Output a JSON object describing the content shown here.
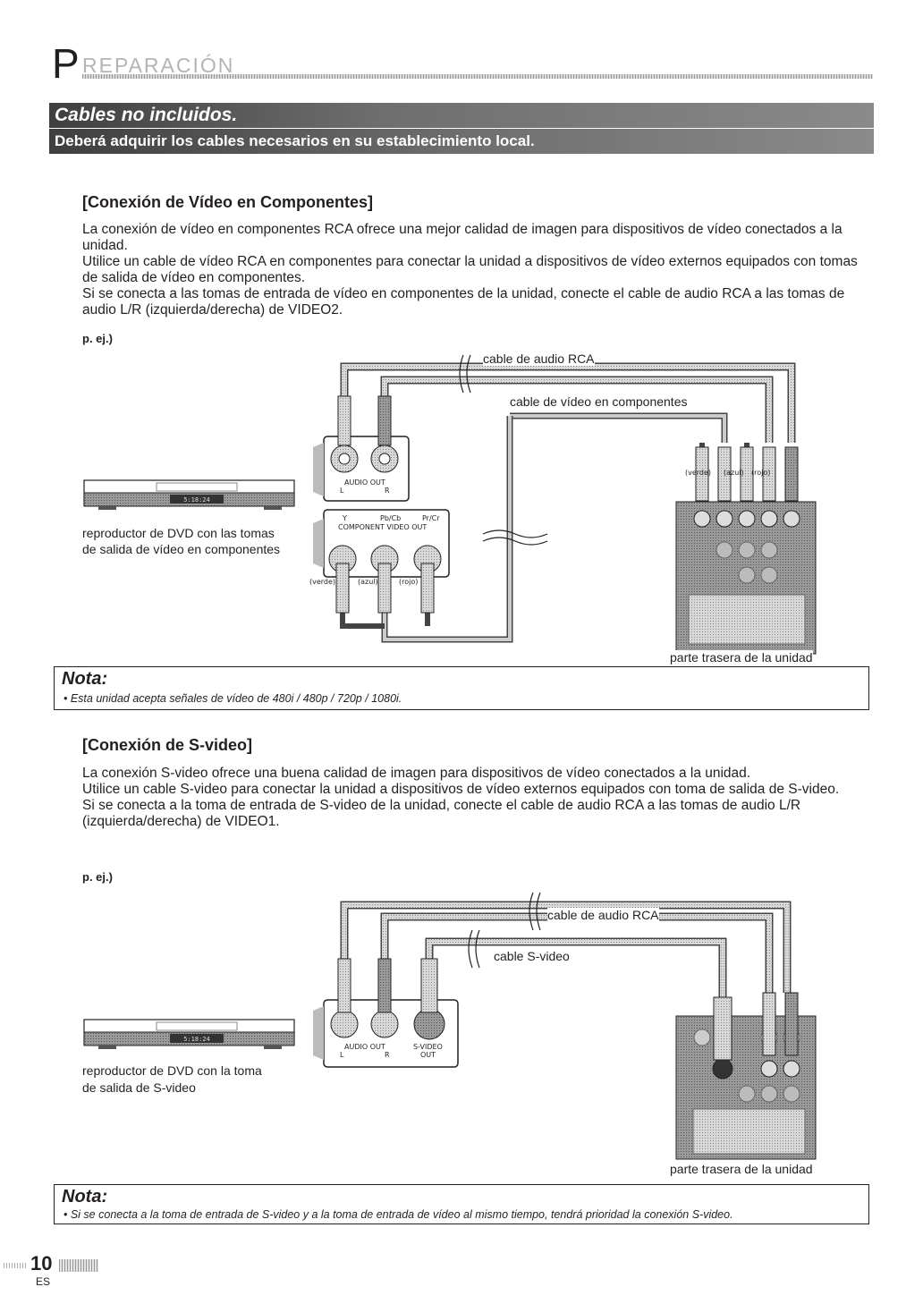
{
  "header": {
    "big_letter": "P",
    "rest": "REPARACIÓN"
  },
  "banners": {
    "line1": "Cables no incluidos.",
    "line2": "Deberá adquirir los cables necesarios en su establecimiento local."
  },
  "section1": {
    "title": "[Conexión de Vídeo en Componentes]",
    "paragraphs": [
      "La conexión de vídeo en componentes RCA ofrece una mejor calidad de imagen para dispositivos de vídeo conectados a la unidad.",
      "Utilice un cable de vídeo RCA en componentes para conectar la unidad a dispositivos de vídeo externos equipados con tomas de salida de vídeo en componentes.",
      "Si se conecta a las tomas de entrada de vídeo en componentes de la unidad, conecte el cable de audio RCA a las tomas de audio L/R (izquierda/derecha) de VIDEO2."
    ],
    "example": "p. ej.)",
    "labels": {
      "audio_cable": "cable de audio RCA",
      "video_cable": "cable de vídeo en componentes",
      "dvd_caption_1": "reproductor de DVD con las tomas",
      "dvd_caption_2": "de salida de vídeo en componentes",
      "unit_rear": "parte trasera de la unidad",
      "audio_out": "AUDIO OUT",
      "l": "L",
      "r": "R",
      "y": "Y",
      "pbcb": "Pb/Cb",
      "prcr": "Pr/Cr",
      "comp_out": "COMPONENT VIDEO OUT",
      "verde": "(verde)",
      "azul": "(azul)",
      "rojo": "(rojo)",
      "dvd_display": "5:18:24"
    },
    "nota": {
      "title": "Nota:",
      "text": "• Esta unidad acepta señales de vídeo de 480i / 480p / 720p / 1080i."
    }
  },
  "section2": {
    "title": "[Conexión de S-video]",
    "paragraphs": [
      "La conexión S-video ofrece una buena calidad de imagen para dispositivos de vídeo conectados a la unidad.",
      "Utilice un cable S-video para conectar la unidad a dispositivos de vídeo externos equipados con toma de salida de S-video.",
      "Si se conecta a la toma de entrada de S-video de la unidad, conecte el cable de audio RCA a las tomas de audio L/R (izquierda/derecha) de VIDEO1."
    ],
    "example": "p. ej.)",
    "labels": {
      "audio_cable": "cable de audio RCA",
      "svideo_cable": "cable S-video",
      "dvd_caption_1": "reproductor de DVD con la toma",
      "dvd_caption_2": "de salida de S-video",
      "unit_rear": "parte trasera de la unidad",
      "audio_out": "AUDIO OUT",
      "l": "L",
      "r": "R",
      "svideo_out_1": "S-VIDEO",
      "svideo_out_2": "OUT",
      "dvd_display": "5:18:24"
    },
    "nota": {
      "title": "Nota:",
      "text": "• Si se conecta a la toma de entrada de S-video y a la toma de entrada de vídeo al mismo tiempo, tendrá prioridad la conexión S-video."
    }
  },
  "footer": {
    "page": "10",
    "lang": "ES"
  }
}
